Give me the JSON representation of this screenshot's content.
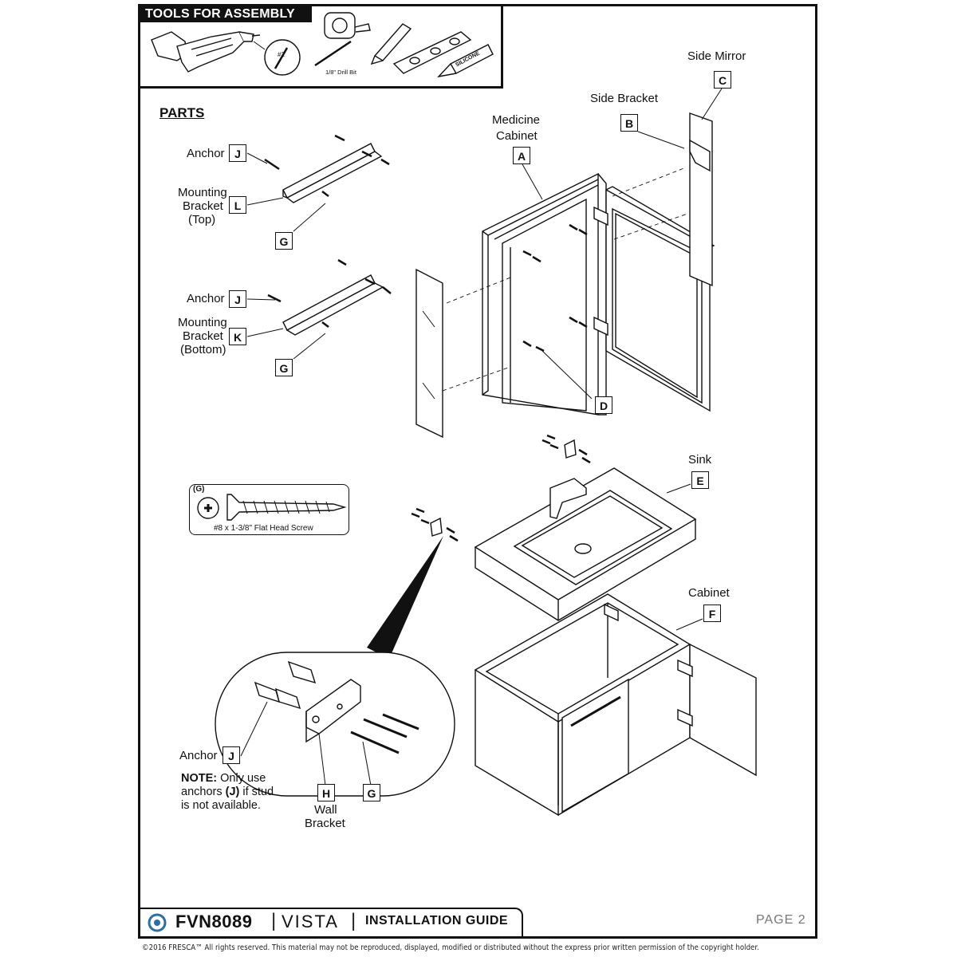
{
  "tools": {
    "title": "TOOLS FOR ASSEMBLY",
    "drill_bit": "1/8\" Drill Bit",
    "bit_tag": "#2",
    "silicone": "SILICONE"
  },
  "parts_title": "PARTS",
  "labels": {
    "side_mirror": "Side Mirror",
    "side_bracket": "Side Bracket",
    "medicine_cabinet_1": "Medicine",
    "medicine_cabinet_2": "Cabinet",
    "anchor": "Anchor",
    "mounting_bracket_top_1": "Mounting",
    "mounting_bracket_top_2": "Bracket",
    "mounting_bracket_top_3": "(Top)",
    "mounting_bracket_bottom_1": "Mounting",
    "mounting_bracket_bottom_2": "Bracket",
    "mounting_bracket_bottom_3": "(Bottom)",
    "sink": "Sink",
    "cabinet": "Cabinet",
    "wall_bracket_1": "Wall",
    "wall_bracket_2": "Bracket"
  },
  "letters": {
    "A": "A",
    "B": "B",
    "C": "C",
    "D": "D",
    "E": "E",
    "F": "F",
    "G": "G",
    "H": "H",
    "J": "J",
    "K": "K",
    "L": "L"
  },
  "screw": {
    "tag": "(G)",
    "label": "#8 x 1-3/8\" Flat Head Screw"
  },
  "note": {
    "bold": "NOTE:",
    "text1": " Only use",
    "text2a": "anchors ",
    "text2b": "(J)",
    "text2c": " if stud",
    "text3": "is not available."
  },
  "footer": {
    "model": "FVN8089",
    "sep": "|",
    "series": "VISTA",
    "guide": "INSTALLATION GUIDE",
    "page": "PAGE 2",
    "copyright": "©2016 FRESCA™ All rights reserved. This material may not be reproduced, displayed, modified or distributed without the express prior written permission of the copyright holder."
  }
}
